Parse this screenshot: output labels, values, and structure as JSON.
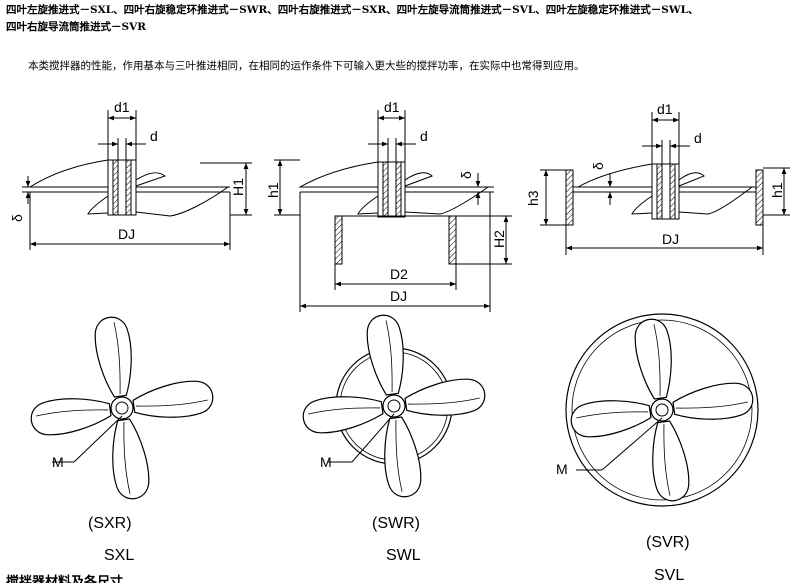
{
  "heading": {
    "line1": "四叶左旋推进式－SXL、四叶右旋稳定环推进式－SWR、四叶右旋推进式－SXR、四叶左旋导流筒推进式－SVL、四叶左旋稳定环推进式－SWL、",
    "line2": "四叶右旋导流筒推进式－SVR"
  },
  "description": "本类搅拌器的性能，作用基本与三叶推进相同，在相同的运作条件下可输入更大些的搅拌功率，在实际中也常得到应用。",
  "diagrams": [
    {
      "id": "sx",
      "dims": {
        "d1": "d1",
        "d": "d",
        "h1": "H1",
        "delta": "δ",
        "dj": "DJ"
      },
      "marker": "M",
      "code_right": "(SXR)",
      "code_left": "SXL"
    },
    {
      "id": "sw",
      "dims": {
        "d1": "d1",
        "d": "d",
        "h1": "h1",
        "delta": "δ",
        "h2": "H2",
        "d2": "D2",
        "dj": "DJ"
      },
      "marker": "M",
      "code_right": "(SWR)",
      "code_left": "SWL"
    },
    {
      "id": "sv",
      "dims": {
        "d1": "d1",
        "d": "d",
        "delta": "δ",
        "h3": "h3",
        "h1": "h1",
        "dj": "DJ"
      },
      "marker": "M",
      "code_right": "(SVR)",
      "code_left": "SVL"
    }
  ],
  "cut_off_text": "搅拌器材料及各尺寸..."
}
